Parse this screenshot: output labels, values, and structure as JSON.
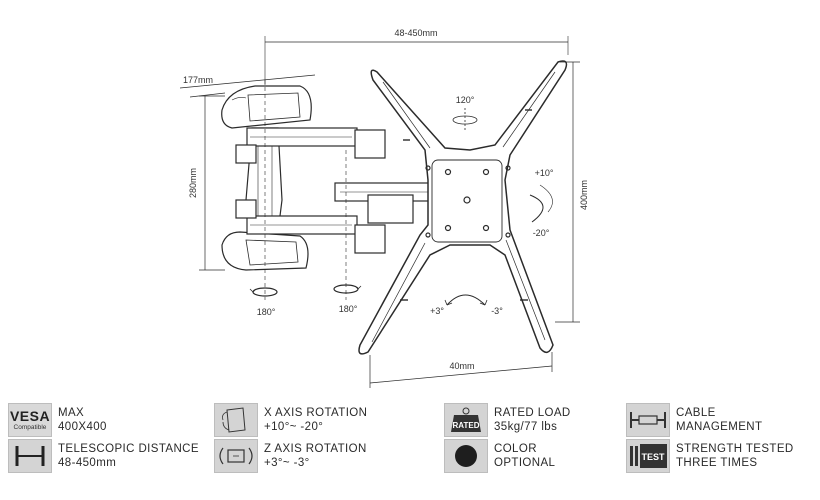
{
  "dimensions": {
    "top_width": "48-450mm",
    "depth": "177mm",
    "arm_height": "280mm",
    "plate_height": "400mm",
    "plate_bottom_width": "40mm",
    "rotation_top": "120°",
    "tilt_up": "+10°",
    "tilt_down": "-20°",
    "swivel_left": "180°",
    "swivel_right": "180°",
    "level_plus": "+3°",
    "level_minus": "-3°"
  },
  "specs": [
    {
      "icon": "vesa-badge-icon",
      "badge_big": "VESA",
      "badge_small": "Compatible",
      "line1": "MAX",
      "line2": "400X400"
    },
    {
      "icon": "x-axis-rotation-icon",
      "line1": "X AXIS ROTATION",
      "line2": "+10°~ -20°"
    },
    {
      "icon": "rated-load-icon",
      "badge_text": "RATED",
      "line1": "RATED LOAD",
      "line2": "35kg/77 lbs"
    },
    {
      "icon": "cable-management-icon",
      "line1": "CABLE",
      "line2": "MANAGEMENT"
    },
    {
      "icon": "telescopic-distance-icon",
      "line1": "TELESCOPIC DISTANCE",
      "line2": "48-450mm"
    },
    {
      "icon": "z-axis-rotation-icon",
      "line1": "Z AXIS ROTATION",
      "line2": "+3°~ -3°"
    },
    {
      "icon": "color-optional-icon",
      "line1": "COLOR",
      "line2": "OPTIONAL"
    },
    {
      "icon": "strength-test-icon",
      "badge_text": "TEST",
      "line1": "STRENGTH TESTED",
      "line2": "THREE TIMES"
    }
  ],
  "colors": {
    "line": "#2b2b2b",
    "icon_bg": "#d4d4d4",
    "badge_dark": "#333333"
  }
}
